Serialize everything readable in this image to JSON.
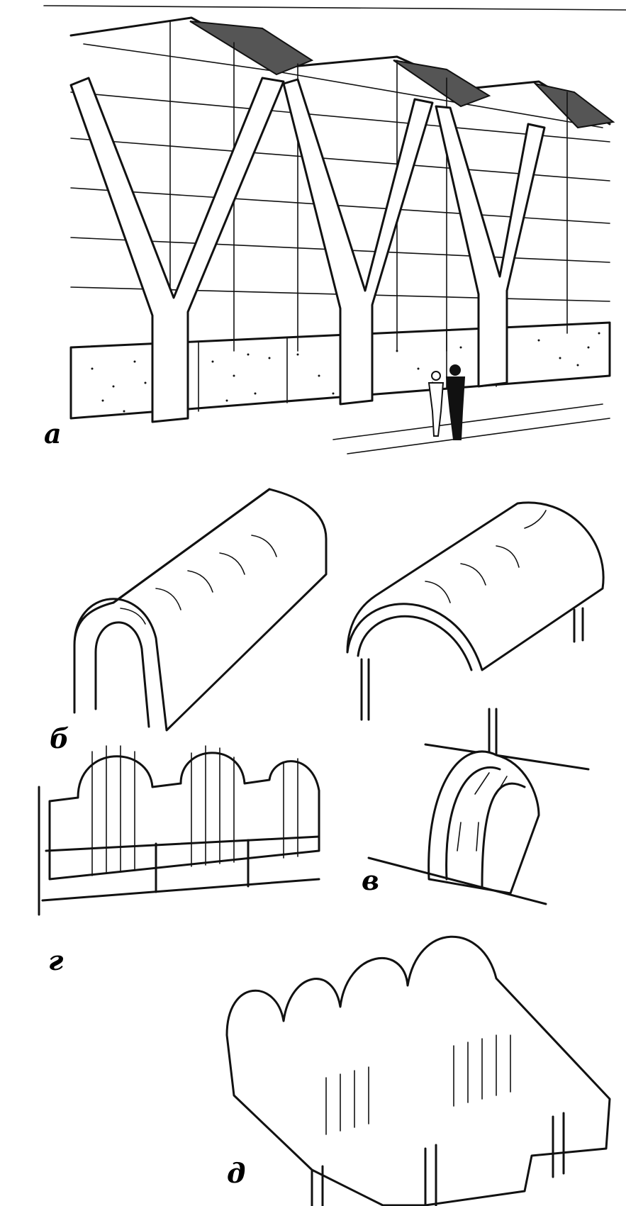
{
  "figure": {
    "panels": [
      {
        "id": "a",
        "label": "а"
      },
      {
        "id": "b",
        "label": "б"
      },
      {
        "id": "v",
        "label": "в"
      },
      {
        "id": "g",
        "label": "г"
      },
      {
        "id": "d",
        "label": "д"
      }
    ]
  }
}
